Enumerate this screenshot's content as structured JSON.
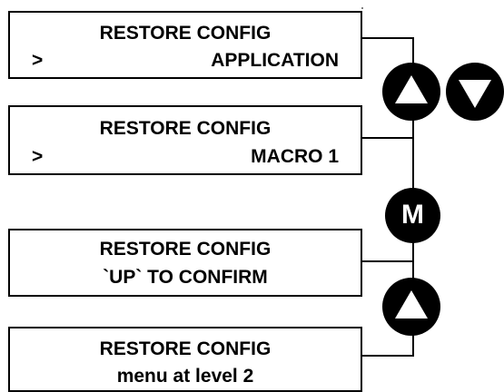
{
  "screens": [
    {
      "title": "RESTORE CONFIG",
      "cursor": ">",
      "value": "APPLICATION"
    },
    {
      "title": "RESTORE CONFIG",
      "cursor": ">",
      "value": "MACRO 1"
    },
    {
      "title": "RESTORE CONFIG",
      "line2": "`UP` TO CONFIRM"
    },
    {
      "title": "RESTORE CONFIG",
      "line2": "menu at level 2"
    }
  ],
  "keys": {
    "menu_label": "M",
    "up": "up-arrow-icon",
    "down": "down-arrow-icon"
  },
  "colors": {
    "key_fill": "#000000",
    "key_glyph": "#ffffff",
    "line": "#000000"
  }
}
